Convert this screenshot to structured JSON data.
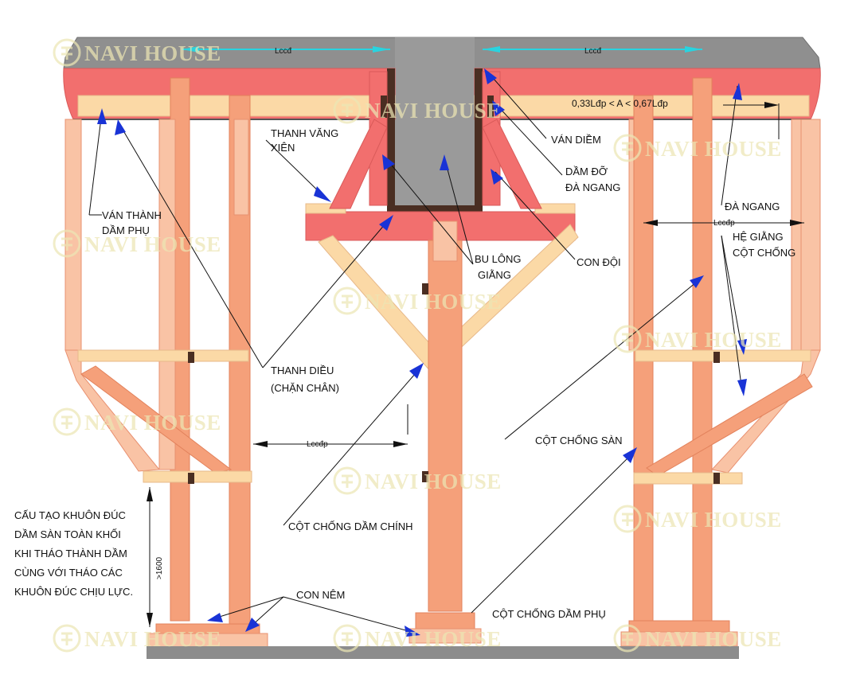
{
  "watermark": {
    "brand": "NAVI HOUSE"
  },
  "dimensions": {
    "span_top_left": "Lccđ",
    "span_top_right": "Lccđ",
    "range_a": "0,33Lđp < A < 0,67Lđp",
    "span_mid_left": "Lccđp",
    "span_mid_right": "Lccđp",
    "height_min": ">1600"
  },
  "labels": {
    "thanh_vang_xien_1": "THANH VĂNG",
    "thanh_vang_xien_2": "XIÊN",
    "van_thanh_dam_phu_1": "VÁN THÀNH",
    "van_thanh_dam_phu_2": "DẦM PHỤ",
    "van_diem": "VÁN DIỀM",
    "dam_do_da_ngang_1": "DẦM ĐỠ",
    "dam_do_da_ngang_2": "ĐÀ NGANG",
    "da_ngang": "ĐÀ NGANG",
    "he_giang_cot_chong_1": "HỆ GIẰNG",
    "he_giang_cot_chong_2": "CỘT CHỐNG",
    "bu_long_giang_1": "BU LÔNG",
    "bu_long_giang_2": "GIẰNG",
    "con_doi": "CON ĐỘI",
    "thanh_dieu_1": "THANH DIỀU",
    "thanh_dieu_2": "(CHẶN CHÂN)",
    "cot_chong_san": "CỘT CHỐNG SÀN",
    "cot_chong_dam_chinh": "CỘT CHỐNG DẦM CHÍNH",
    "con_nem": "CON NÊM",
    "cot_chong_dam_phu": "CỘT CHỐNG DẦM PHỤ"
  },
  "description": {
    "line1": "CẤU TẠO KHUÔN ĐÚC",
    "line2": "DẦM SÀN TOÀN KHỐI",
    "line3": "KHI THÁO THÀNH DẦM",
    "line4": "CÙNG VỚI THÁO CÁC",
    "line5": "KHUÔN ĐÚC CHỊU LỰC."
  },
  "colors": {
    "timber": "#f5a07a",
    "plywood": "#fbd9a6",
    "slab_form": "#f26f6e",
    "concrete": "#999999",
    "arrow": "#1933d6",
    "dimension": "#29d3df"
  }
}
